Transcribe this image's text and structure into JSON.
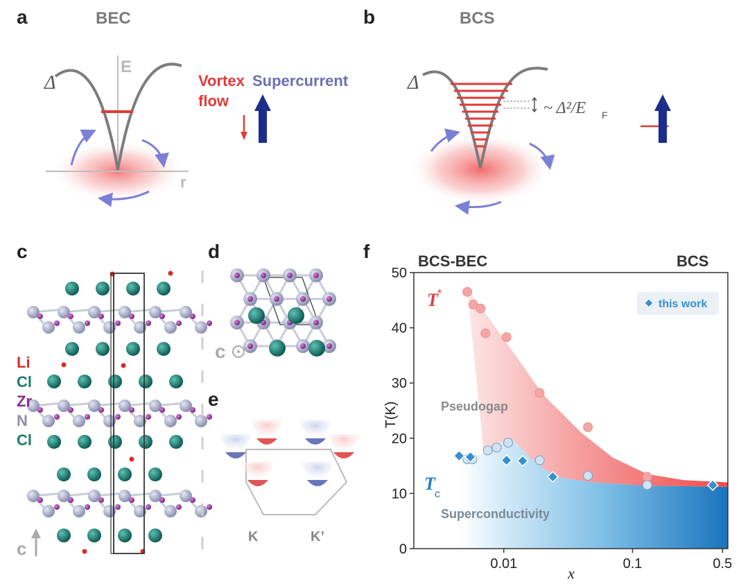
{
  "panels": {
    "a": {
      "letter": "a",
      "title": "BEC",
      "delta": "Δ",
      "energy_axis": "E",
      "radius_axis": "r",
      "vortex_label_1": "Vortex",
      "vortex_label_2": "flow",
      "supercurrent_label": "Supercurrent"
    },
    "b": {
      "letter": "b",
      "title": "BCS",
      "delta": "Δ",
      "spacing_label": "~ Δ²/E",
      "spacing_sub": "F"
    },
    "c": {
      "letter": "c",
      "axis_label": "c",
      "legend": [
        {
          "symbol": "Li",
          "color": "#d72b2b"
        },
        {
          "symbol": "Cl",
          "color": "#1f7a70"
        },
        {
          "symbol": "Zr",
          "color": "#8a2a92"
        },
        {
          "symbol": "N",
          "color": "#8b8ea6"
        },
        {
          "symbol": "Cl",
          "color": "#1f7a70"
        }
      ]
    },
    "d": {
      "letter": "d",
      "axis_label": "c"
    },
    "e": {
      "letter": "e",
      "valley_left": "K",
      "valley_right": "K’"
    },
    "f": {
      "letter": "f",
      "header_left": "BCS-BEC",
      "header_right": "BCS",
      "tstar_label": "T",
      "tstar_sup": "*",
      "tc_label": "T",
      "tc_sub": "c",
      "pseudogap_label": "Pseudogap",
      "sc_label": "Superconductivity"
    }
  },
  "colors": {
    "red": "#e23a3a",
    "navy": "#1d2d8c",
    "purple_arrow": "#7b7fd6",
    "gray_curve": "#7c7c7c",
    "pseudogap": "#f27575",
    "sc_blue": "#1d7fc6",
    "marker_blue": "#3590d0"
  },
  "chart_data": {
    "type": "scatter",
    "title": "",
    "xlabel": "x",
    "ylabel": "T(K)",
    "x_scale": "log",
    "xlim": [
      0.002,
      0.55
    ],
    "ylim": [
      0,
      50
    ],
    "x_ticks": [
      {
        "value": 0.01,
        "label": "0.01"
      },
      {
        "value": 0.1,
        "label": "0.1"
      },
      {
        "value": 0.5,
        "label": "0.5"
      }
    ],
    "y_ticks": [
      0,
      10,
      20,
      30,
      40,
      50
    ],
    "legend": {
      "label": "this work",
      "position": "top-right"
    },
    "series": [
      {
        "name": "T*",
        "marker": "circle-red",
        "points": [
          [
            0.0052,
            46.5
          ],
          [
            0.0058,
            44.2
          ],
          [
            0.0066,
            43.5
          ],
          [
            0.0072,
            39
          ],
          [
            0.0105,
            38.3
          ],
          [
            0.019,
            28.2
          ],
          [
            0.045,
            22
          ],
          [
            0.13,
            13
          ]
        ]
      },
      {
        "name": "Tc",
        "marker": "circle-blue",
        "points": [
          [
            0.0052,
            16.2
          ],
          [
            0.0057,
            16.2
          ],
          [
            0.0075,
            17.8
          ],
          [
            0.0088,
            18.3
          ],
          [
            0.0108,
            19.2
          ],
          [
            0.019,
            16
          ],
          [
            0.045,
            13.2
          ],
          [
            0.13,
            11.5
          ]
        ]
      },
      {
        "name": "this work",
        "marker": "diamond",
        "points": [
          [
            0.0045,
            16.8
          ],
          [
            0.0055,
            16.6
          ],
          [
            0.0105,
            16
          ],
          [
            0.014,
            15.9
          ],
          [
            0.024,
            13
          ],
          [
            0.42,
            11.5
          ]
        ]
      }
    ],
    "tstar_curve": [
      [
        0.0052,
        47
      ],
      [
        0.007,
        43
      ],
      [
        0.01,
        38
      ],
      [
        0.02,
        28
      ],
      [
        0.04,
        21
      ],
      [
        0.07,
        16.5
      ],
      [
        0.13,
        13.5
      ],
      [
        0.25,
        12.4
      ],
      [
        0.55,
        12
      ]
    ],
    "tc_curve": [
      [
        0.0045,
        16.8
      ],
      [
        0.007,
        17.2
      ],
      [
        0.0095,
        19.3
      ],
      [
        0.012,
        19.6
      ],
      [
        0.016,
        16.5
      ],
      [
        0.025,
        13
      ],
      [
        0.05,
        12
      ],
      [
        0.13,
        11.4
      ],
      [
        0.55,
        11.2
      ]
    ]
  }
}
